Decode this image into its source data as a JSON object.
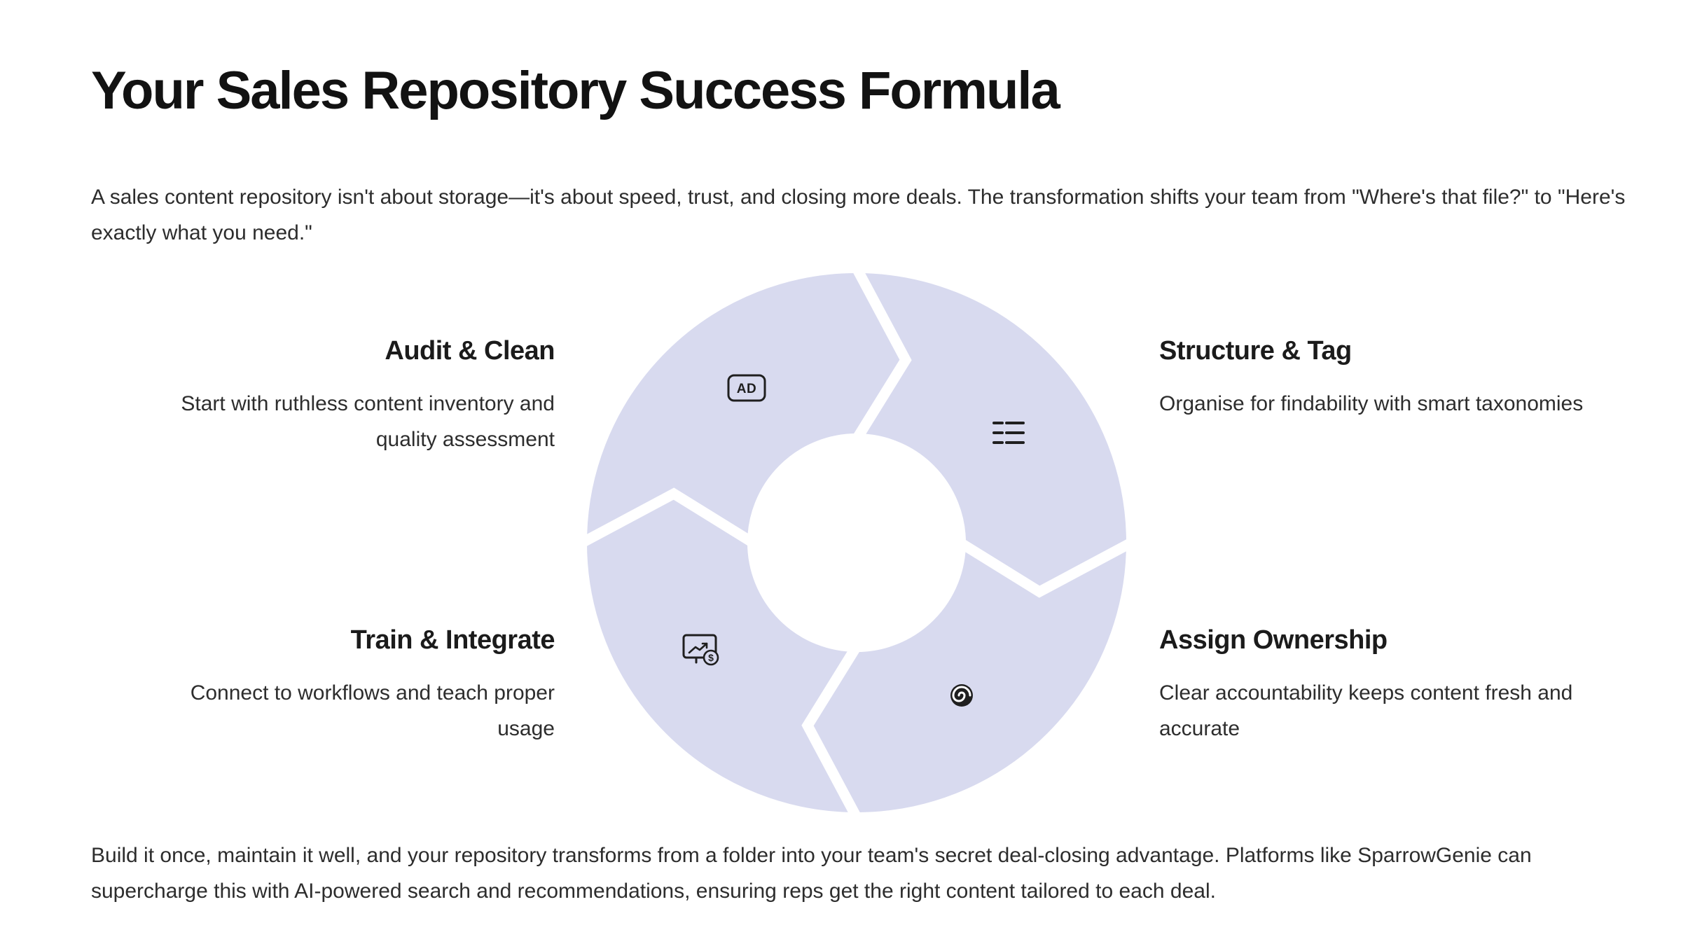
{
  "page": {
    "title": "Your Sales Repository Success Formula",
    "intro": "A sales content repository isn't about storage—it's about speed, trust, and closing more deals. The transformation shifts your team from \"Where's that file?\" to \"Here's exactly what you need.\"",
    "outro": "Build it once, maintain it well, and your repository transforms from a folder into your team's secret deal-closing advantage. Platforms like SparrowGenie can supercharge this with AI-powered search and recommendations, ensuring reps get the right content tailored to each deal."
  },
  "diagram": {
    "type": "cycle",
    "ring_color": "#d8daef",
    "icon_color": "#1f1f1f",
    "icons": {
      "ad_label": "AD",
      "dollar_label": "$"
    },
    "steps": [
      {
        "position": "top-left",
        "icon": "ad-badge-icon",
        "title": "Audit & Clean",
        "description": "Start with ruthless content inventory and quality assessment"
      },
      {
        "position": "top-right",
        "icon": "list-rows-icon",
        "title": "Structure & Tag",
        "description": "Organise for findability with smart taxonomies"
      },
      {
        "position": "bottom-left",
        "icon": "chart-monitor-icon",
        "title": "Train & Integrate",
        "description": "Connect to workflows and teach proper usage"
      },
      {
        "position": "bottom-right",
        "icon": "swirl-icon",
        "title": "Assign Ownership",
        "description": "Clear accountability keeps content fresh and accurate"
      }
    ]
  }
}
